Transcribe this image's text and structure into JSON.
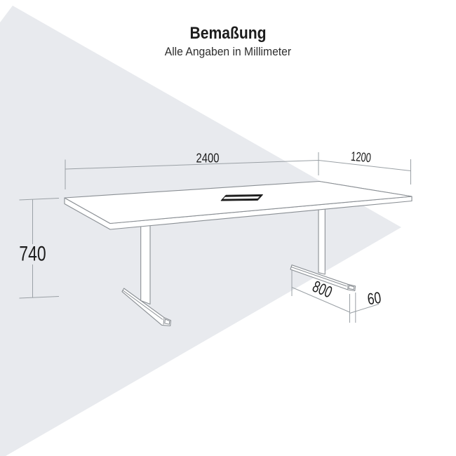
{
  "header": {
    "title": "Bemaßung",
    "subtitle": "Alle Angaben in Millimeter"
  },
  "dimensions": {
    "length": {
      "value": "2400"
    },
    "depth": {
      "value": "1200"
    },
    "height": {
      "value": "740"
    },
    "foot_length": {
      "value": "800"
    },
    "foot_height": {
      "value": "60"
    }
  },
  "colors": {
    "watermark": "#e8eaee",
    "outline": "#8a8f94",
    "dim_line": "#9aa0a5",
    "text": "#1c1c1c",
    "grommet": "#1b1b1b"
  }
}
